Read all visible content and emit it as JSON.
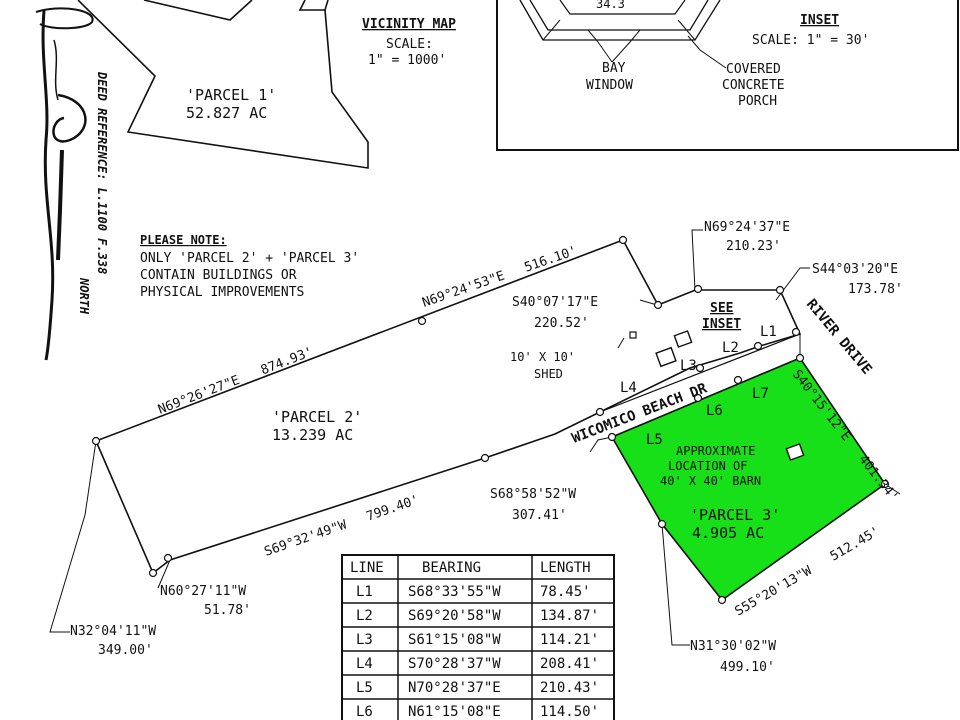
{
  "vicinity_map": {
    "title": "VICINITY MAP",
    "scale_label": "SCALE:",
    "scale_value": "1\" = 1000'"
  },
  "inset": {
    "title": "INSET",
    "scale": "SCALE: 1\" = 30'",
    "dimension": "34.3",
    "bay_window": [
      "BAY",
      "WINDOW"
    ],
    "porch": [
      "COVERED",
      "CONCRETE",
      "PORCH"
    ]
  },
  "deed_reference": {
    "text": "DEED REFERENCE: L.1100   F.338",
    "north": "NORTH"
  },
  "parcels": {
    "parcel1": {
      "name": "'PARCEL 1'",
      "area": "52.827 AC"
    },
    "parcel2": {
      "name": "'PARCEL 2'",
      "area": "13.239 AC"
    },
    "parcel3": {
      "name": "'PARCEL 3'",
      "area": "4.905 AC",
      "color": "#18e018"
    }
  },
  "note": {
    "title": "PLEASE NOTE:",
    "lines": [
      "ONLY 'PARCEL 2' + 'PARCEL 3'",
      "CONTAIN BUILDINGS OR",
      "PHYSICAL IMPROVEMENTS"
    ]
  },
  "roads": {
    "river_drive": "RIVER DRIVE",
    "wicomico": "WICOMICO BEACH DR"
  },
  "barn": [
    "APPROXIMATE",
    "LOCATION OF",
    "40' X 40' BARN"
  ],
  "shed": [
    "10' X 10'",
    "SHED"
  ],
  "see_inset": [
    "SEE",
    "INSET"
  ],
  "courses": {
    "c1": {
      "bearing": "N69°24'37\"E",
      "length": "210.23'"
    },
    "c2": {
      "bearing": "S44°03'20\"E",
      "length": "173.78'"
    },
    "c3": {
      "bearing": "N69°24'53\"E",
      "length": "516.10'"
    },
    "c4": {
      "bearing": "S40°07'17\"E",
      "length": "220.52'"
    },
    "c5": {
      "bearing": "N69°26'27\"E",
      "length": "874.93'"
    },
    "c6": {
      "bearing": "S40°15'12\"E",
      "length": "401.34'"
    },
    "c7": {
      "bearing": "S68°58'52\"W",
      "length": "307.41'"
    },
    "c8": {
      "bearing": "S69°32'49\"W",
      "length": "799.40'"
    },
    "c9": {
      "bearing": "S55°20'13\"W",
      "length": "512.45'"
    },
    "c10": {
      "bearing": "N60°27'11\"W",
      "length": "51.78'"
    },
    "c11": {
      "bearing": "N32°04'11\"W",
      "length": "349.00'"
    },
    "c12": {
      "bearing": "N31°30'02\"W",
      "length": "499.10'"
    }
  },
  "line_labels": [
    "L1",
    "L2",
    "L3",
    "L4",
    "L5",
    "L6",
    "L7"
  ],
  "table": {
    "headers": [
      "LINE",
      "BEARING",
      "LENGTH"
    ],
    "rows": [
      [
        "L1",
        "S68°33'55\"W",
        "78.45'"
      ],
      [
        "L2",
        "S69°20'58\"W",
        "134.87'"
      ],
      [
        "L3",
        "S61°15'08\"W",
        "114.21'"
      ],
      [
        "L4",
        "S70°28'37\"W",
        "208.41'"
      ],
      [
        "L5",
        "N70°28'37\"E",
        "210.43'"
      ],
      [
        "L6",
        "N61°15'08\"E",
        "114.50'"
      ]
    ]
  }
}
